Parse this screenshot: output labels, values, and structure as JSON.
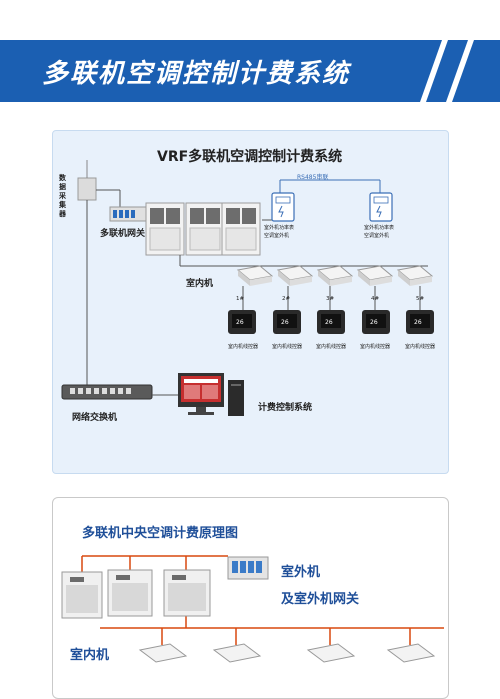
{
  "banner": {
    "title": "多联机空调控制计费系统"
  },
  "diagram": {
    "title": "VRF多联机空调控制计费系统",
    "collector_label": "数据采集器",
    "gateway_label": "多联机网关",
    "bus_label": "RS485串联",
    "meter1_label": "室外机功率表\n空调室外机",
    "meter2_label": "室外机功率表\n空调室外机",
    "indoor_label": "室内机",
    "units": [
      "1#",
      "2#",
      "3#",
      "4#",
      "5#"
    ],
    "controller_label": "室内机线控器",
    "switch_label": "网络交换机",
    "billing_label": "计费控制系统"
  },
  "section2": {
    "title": "多联机中央空调计费原理图",
    "outdoor_label": "室外机",
    "gateway_label": "及室外机网关",
    "indoor_label": "室内机"
  }
}
